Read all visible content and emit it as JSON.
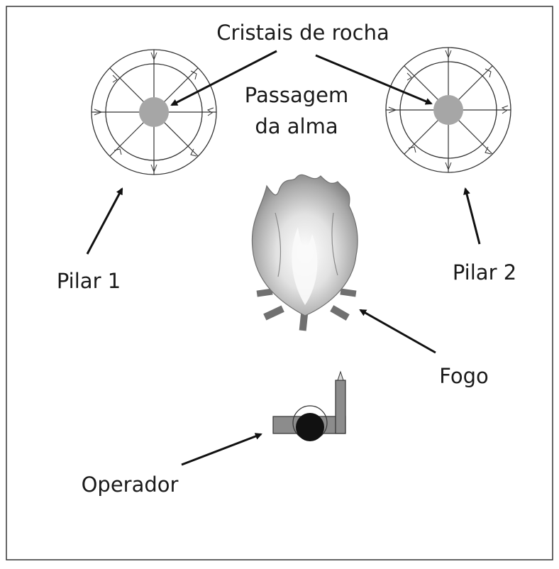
{
  "diagram": {
    "labels": {
      "crystals": "Cristais de rocha",
      "soul_passage_line1": "Passagem",
      "soul_passage_line2": "da alma",
      "pillar1": "Pilar 1",
      "pillar2": "Pilar 2",
      "fire": "Fogo",
      "operator": "Operador"
    },
    "colors": {
      "frame": "#333333",
      "line": "#333333",
      "arrow": "#111111",
      "crystal": "#a6a6a6",
      "flame_light": "#f4f4f4",
      "flame_mid": "#c8c8c8",
      "flame_dark": "#7a7a7a",
      "wood": "#707070",
      "operator_body": "#8c8c8c",
      "operator_head": "#111111"
    }
  }
}
